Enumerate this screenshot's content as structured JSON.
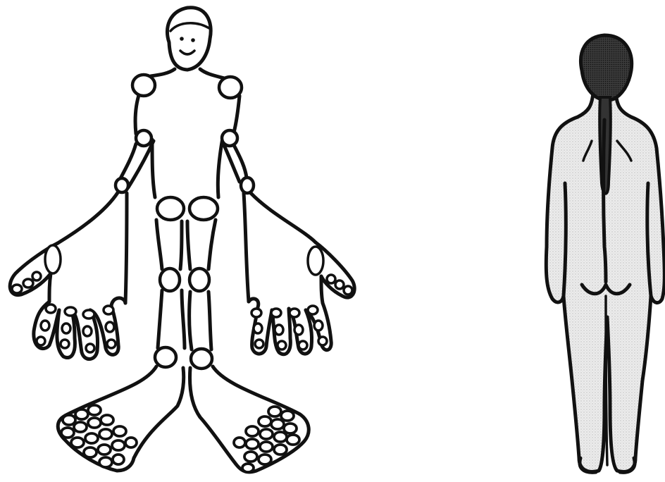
{
  "colors": {
    "ink": "#111111",
    "background": "#ffffff",
    "skin_shade": "#e4e4e4",
    "hair": "#2a2a2a"
  },
  "figures": [
    {
      "id": "front-joint-homunculus",
      "view": "front",
      "style": "outline with circled joints"
    },
    {
      "id": "back-silhouette",
      "view": "back",
      "style": "shaded silhouette with spine"
    }
  ]
}
